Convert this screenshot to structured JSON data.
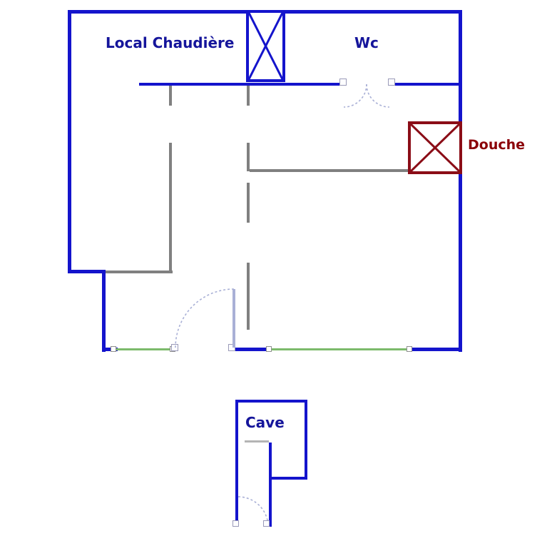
{
  "labels": {
    "boiler_room": "Local Chaudière",
    "wc": "Wc",
    "shower": "Douche",
    "cellar": "Cave"
  },
  "colors": {
    "wall_blue": "#1414cc",
    "wall_gray": "#808080",
    "shower_red": "#8b0d17",
    "window_green": "#7cba6b",
    "door_light": "#a9b0d6",
    "label_blue": "#15159b",
    "label_red": "#8b0008",
    "bg": "#ffffff"
  }
}
